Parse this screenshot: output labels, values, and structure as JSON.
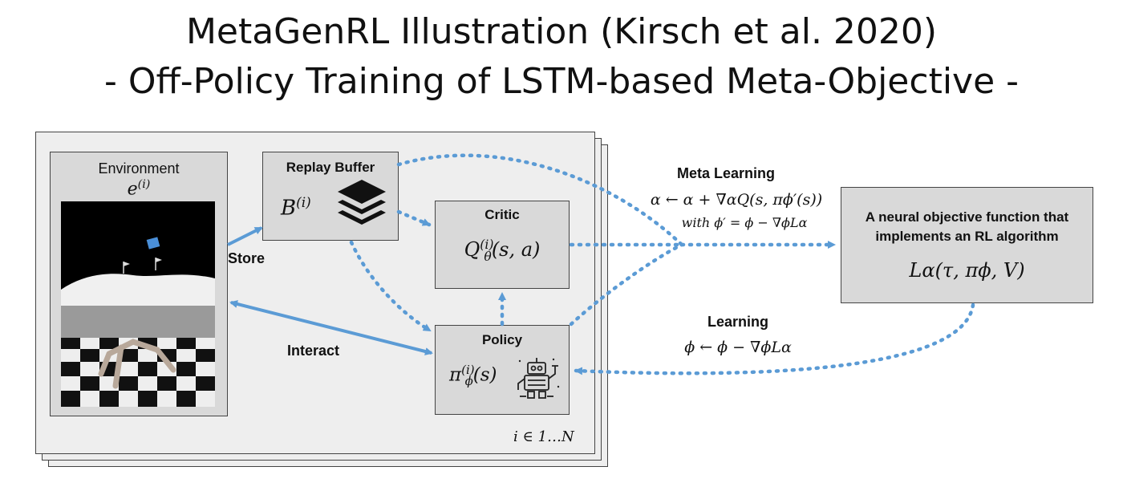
{
  "title": {
    "line1": "MetaGenRL Illustration (Kirsch et al. 2020)",
    "line2": "- Off-Policy Training of LSTM-based Meta-Objective -"
  },
  "environment": {
    "label": "Environment",
    "math_base": "e",
    "math_sup": "(i)"
  },
  "replay_buffer": {
    "label": "Replay Buffer",
    "math_base": "B",
    "math_sup": "(i)",
    "icon": "layers-icon"
  },
  "critic": {
    "label": "Critic",
    "math_base": "Q",
    "math_sub": "θ",
    "math_sup": "(i)",
    "math_args": "(s, a)"
  },
  "policy": {
    "label": "Policy",
    "math_base": "π",
    "math_sub": "ϕ",
    "math_sup": "(i)",
    "math_args": "(s)",
    "icon": "robot-icon"
  },
  "store_label": "Store",
  "interact_label": "Interact",
  "index_label": "i ∈ 1…N",
  "meta_learning": {
    "label": "Meta Learning",
    "eq1": "α ← α + ∇αQ(s, πϕ′(s))",
    "eq2": "with ϕ′ = ϕ − ∇ϕLα"
  },
  "objective": {
    "line1": "A neural objective function that",
    "line2": "implements an RL algorithm",
    "math": "Lα(τ, πϕ, V)"
  },
  "learning": {
    "label": "Learning",
    "eq": "ϕ ← ϕ − ∇ϕLα"
  },
  "colors": {
    "arrow": "#5b9bd5",
    "box": "#d9d9d9",
    "panel": "#eeeeee"
  }
}
